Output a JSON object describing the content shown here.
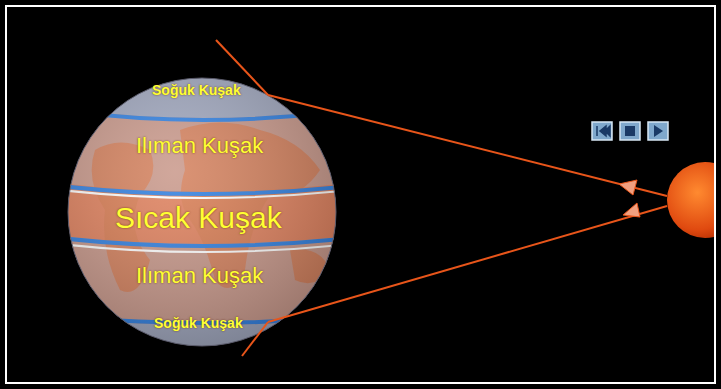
{
  "diagram": {
    "labels": [
      "Soğuk Kuşak",
      "Ilıman Kuşak",
      "Sıcak Kuşak",
      "Ilıman Kuşak",
      "Soğuk Kuşak"
    ]
  }
}
